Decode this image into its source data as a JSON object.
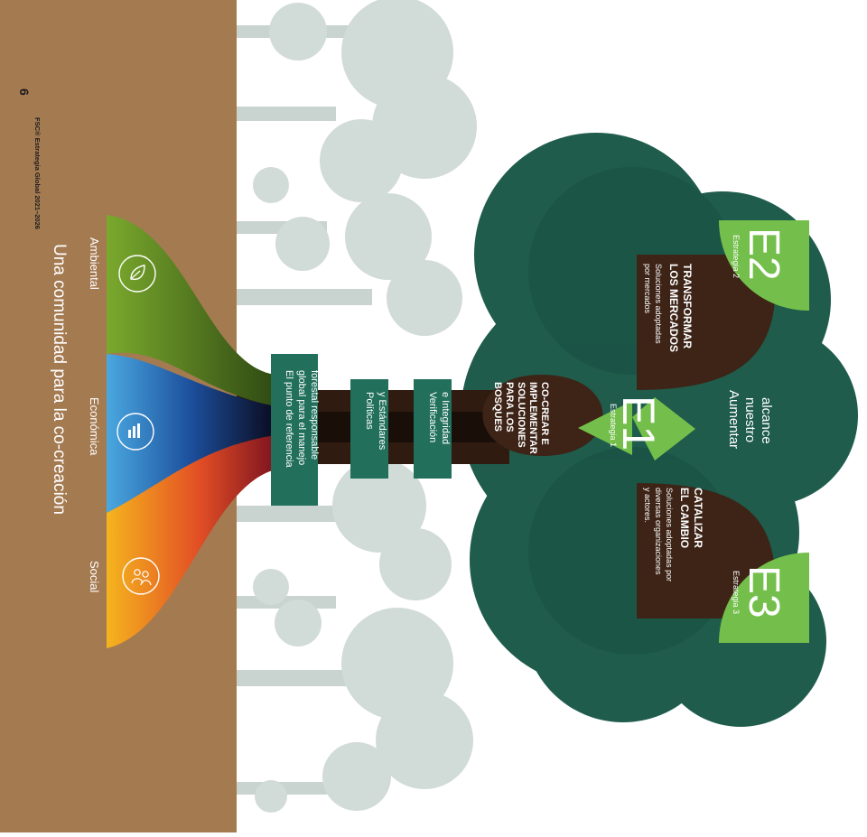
{
  "page": {
    "number": "6",
    "publication": "FSC® Estrategia Global 2021–2026",
    "community_title": "Una comunidad para la co-creación"
  },
  "pillars": [
    {
      "label": "Ambiental",
      "icon": "leaf-icon",
      "color": "#8fb434"
    },
    {
      "label": "Económica",
      "icon": "chart-icon",
      "color": "#4aa8e0"
    },
    {
      "label": "Social",
      "icon": "people-icon",
      "color": "#f2a91c"
    }
  ],
  "trunk_labels": [
    {
      "line1": "El punto de referencia",
      "line2": "global para el manejo",
      "line3": "forestal responsable"
    },
    {
      "line1": "Políticas",
      "line2": "y Estándares"
    },
    {
      "line1": "Verificación",
      "line2": "e Integridad"
    }
  ],
  "strategies": {
    "e1": {
      "code": "E1",
      "sub": "Estrategia 1",
      "title": [
        "CO-CREAR E",
        "IMPLEMENTAR",
        "SOLUCIONES",
        "PARA LOS",
        "BOSQUES"
      ]
    },
    "e2": {
      "code": "E2",
      "sub": "Estrategia 2",
      "title": [
        "TRANSFORMAR",
        "LOS MERCADOS"
      ],
      "desc": [
        "Soluciones adoptadas",
        "por mercados"
      ]
    },
    "e3": {
      "code": "E3",
      "sub": "Estrategia 3",
      "title": [
        "CATALIZAR",
        "EL CAMBIO"
      ],
      "desc": [
        "Soluciones adoptadas por",
        "diversas organizaciones",
        "y actores."
      ]
    }
  },
  "reach": [
    "Aumentar",
    "nuestro",
    "alcance"
  ],
  "colors": {
    "ground": "#a47a51",
    "canopy": "#1f5c4c",
    "canopy_dark": "#17493c",
    "leaf_green": "#74bf4b",
    "dark_brown": "#3d2417",
    "trunk_label_bg": "#22705c",
    "ghost_tree": "#d1dbd8",
    "ghost_trunk": "#c5cfcc"
  }
}
